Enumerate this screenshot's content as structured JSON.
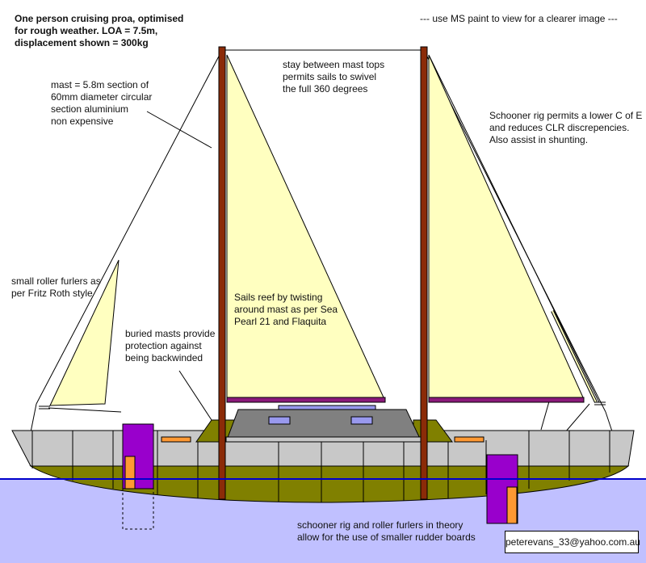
{
  "title": "One person cruising proa, optimised\nfor rough weather. LOA = 7.5m,\ndisplacement shown = 300kg",
  "paint_note": "--- use MS paint to view for a clearer image ---",
  "notes": {
    "mast": "mast = 5.8m section of\n60mm diameter circular\nsection aluminium\nnon expensive",
    "stay": "stay between mast tops\npermits sails to swivel\nthe full 360 degrees",
    "schooner": "Schooner rig permits a lower C of E\nand reduces CLR discrepencies.\nAlso assist in shunting.",
    "furlers": "small roller furlers as\nper Fritz Roth style",
    "reef": "Sails reef by twisting\naround mast as per Sea\nPearl 21 and Flaquita",
    "buried": "buried masts provide\nprotection against\nbeing backwinded",
    "rudder": "schooner rig and roller furlers in theory\nallow for the use of smaller rudder boards"
  },
  "email": "peterevans_33@yahoo.com.au",
  "colors": {
    "sail": "#ffffc0",
    "mast": "#8b2b08",
    "hull": "#c8c8c8",
    "hull_lower": "#808000",
    "boom": "#8b1a7a",
    "cabin": "#808080",
    "window": "#9999ee",
    "rudder": "#9900cc",
    "rudder_tip": "#ff9933",
    "water": "#c0c0ff",
    "waterline": "#0000cc"
  }
}
